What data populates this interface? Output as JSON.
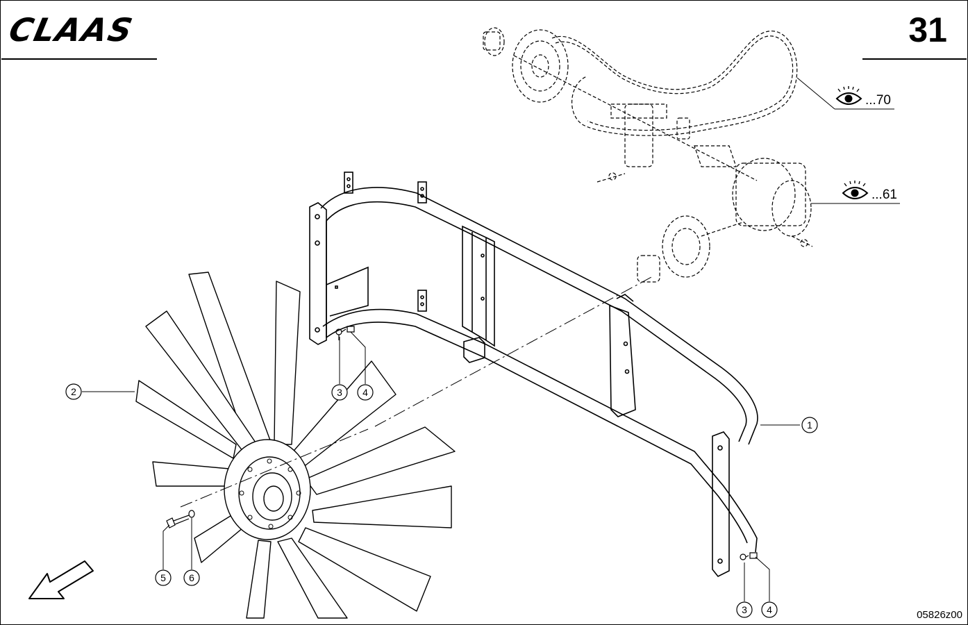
{
  "header": {
    "brand": "CLAAS",
    "page_number": "31"
  },
  "footer": {
    "drawing_code": "05826z00"
  },
  "callouts": [
    {
      "label": "1"
    },
    {
      "label": "2"
    },
    {
      "label": "3"
    },
    {
      "label": "4"
    },
    {
      "label": "3"
    },
    {
      "label": "4"
    },
    {
      "label": "5"
    },
    {
      "label": "6"
    }
  ],
  "references": [
    {
      "icon": "eye-icon",
      "label": "...70"
    },
    {
      "icon": "eye-icon",
      "label": "...61"
    }
  ]
}
